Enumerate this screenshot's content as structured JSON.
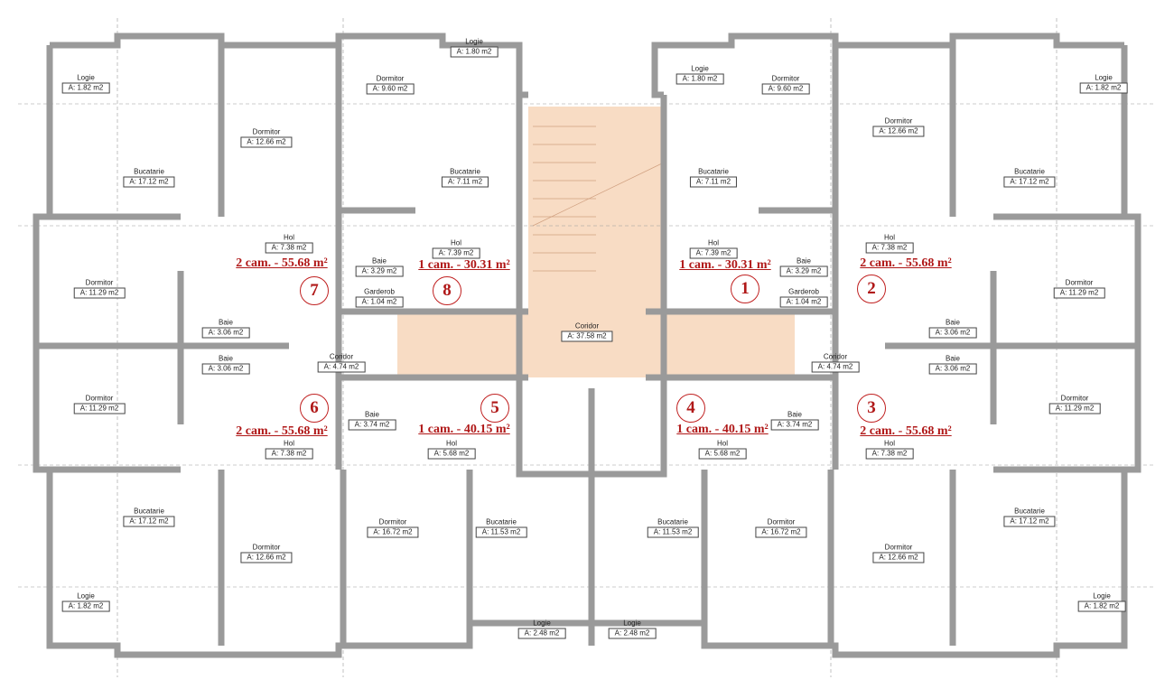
{
  "colors": {
    "wall": "#9a9a9a",
    "stair_fill": "#f8dcc4",
    "label_red": "#b01818"
  },
  "rooms": [
    {
      "name": "Logie",
      "area": "A: 1.82 m2"
    },
    {
      "name": "Dormitor",
      "area": "A: 12.66 m2"
    },
    {
      "name": "Bucatarie",
      "area": "A: 17.12 m2"
    },
    {
      "name": "Dormitor",
      "area": "A: 9.60 m2"
    },
    {
      "name": "Logie",
      "area": "A: 1.80 m2"
    },
    {
      "name": "Bucatarie",
      "area": "A: 7.11 m2"
    },
    {
      "name": "Hol",
      "area": "A: 7.38 m2"
    },
    {
      "name": "Hol",
      "area": "A: 7.39 m2"
    },
    {
      "name": "Baie",
      "area": "A: 3.29 m2"
    },
    {
      "name": "Garderob",
      "area": "A: 1.04 m2"
    },
    {
      "name": "Dormitor",
      "area": "A: 11.29 m2"
    },
    {
      "name": "Baie",
      "area": "A: 3.06 m2"
    },
    {
      "name": "Baie",
      "area": "A: 3.06 m2"
    },
    {
      "name": "Coridor",
      "area": "A: 4.74 m2"
    },
    {
      "name": "Dormitor",
      "area": "A: 11.29 m2"
    },
    {
      "name": "Baie",
      "area": "A: 3.74 m2"
    },
    {
      "name": "Hol",
      "area": "A: 7.38 m2"
    },
    {
      "name": "Hol",
      "area": "A: 5.68 m2"
    },
    {
      "name": "Bucatarie",
      "area": "A: 17.12 m2"
    },
    {
      "name": "Dormitor",
      "area": "A: 12.66 m2"
    },
    {
      "name": "Dormitor",
      "area": "A: 16.72 m2"
    },
    {
      "name": "Bucatarie",
      "area": "A: 11.53 m2"
    },
    {
      "name": "Logie",
      "area": "A: 1.82 m2"
    },
    {
      "name": "Logie",
      "area": "A: 2.48 m2"
    },
    {
      "name": "Coridor",
      "area": "A: 37.58 m2"
    },
    {
      "name": "Logie",
      "area": "A: 1.82 m2"
    },
    {
      "name": "Dormitor",
      "area": "A: 12.66 m2"
    },
    {
      "name": "Bucatarie",
      "area": "A: 17.12 m2"
    },
    {
      "name": "Dormitor",
      "area": "A: 9.60 m2"
    },
    {
      "name": "Logie",
      "area": "A: 1.80 m2"
    },
    {
      "name": "Bucatarie",
      "area": "A: 7.11 m2"
    },
    {
      "name": "Hol",
      "area": "A: 7.38 m2"
    },
    {
      "name": "Hol",
      "area": "A: 7.39 m2"
    },
    {
      "name": "Baie",
      "area": "A: 3.29 m2"
    },
    {
      "name": "Garderob",
      "area": "A: 1.04 m2"
    },
    {
      "name": "Dormitor",
      "area": "A: 11.29 m2"
    },
    {
      "name": "Baie",
      "area": "A: 3.06 m2"
    },
    {
      "name": "Baie",
      "area": "A: 3.06 m2"
    },
    {
      "name": "Coridor",
      "area": "A: 4.74 m2"
    },
    {
      "name": "Dormitor",
      "area": "A: 11.29 m2"
    },
    {
      "name": "Baie",
      "area": "A: 3.74 m2"
    },
    {
      "name": "Hol",
      "area": "A: 7.38 m2"
    },
    {
      "name": "Hol",
      "area": "A: 5.68 m2"
    },
    {
      "name": "Bucatarie",
      "area": "A: 17.12 m2"
    },
    {
      "name": "Dormitor",
      "area": "A: 12.66 m2"
    },
    {
      "name": "Dormitor",
      "area": "A: 16.72 m2"
    },
    {
      "name": "Bucatarie",
      "area": "A: 11.53 m2"
    },
    {
      "name": "Logie",
      "area": "A: 1.82 m2"
    },
    {
      "name": "Logie",
      "area": "A: 2.48 m2"
    }
  ],
  "apartments": [
    {
      "number": "1",
      "label": "1 cam. - 30.31 m²"
    },
    {
      "number": "2",
      "label": "2 cam. - 55.68 m²"
    },
    {
      "number": "3",
      "label": "2 cam. - 55.68 m²"
    },
    {
      "number": "4",
      "label": "1 cam. - 40.15 m²"
    },
    {
      "number": "5",
      "label": "1 cam. - 40.15 m²"
    },
    {
      "number": "6",
      "label": "2 cam. - 55.68 m²"
    },
    {
      "number": "7",
      "label": "2 cam. - 55.68 m²"
    },
    {
      "number": "8",
      "label": "1 cam. - 30.31 m²"
    }
  ]
}
